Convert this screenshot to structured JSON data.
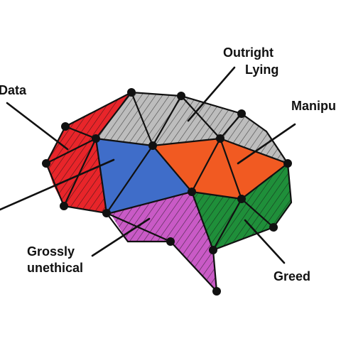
{
  "labels": {
    "data": "Data",
    "outright_lying_line1": "Outright",
    "outright_lying_line2": "Lying",
    "manipulation": "Manipu",
    "grossly_unethical_line1": "Grossly",
    "grossly_unethical_line2": "unethical",
    "greed": "Greed"
  },
  "colors": {
    "red": "#e8252a",
    "gray": "#bdbdbd",
    "blue": "#3f6dc9",
    "orange": "#f15a22",
    "green": "#1f8f3a",
    "magenta": "#c95ac6",
    "line": "#111111"
  }
}
